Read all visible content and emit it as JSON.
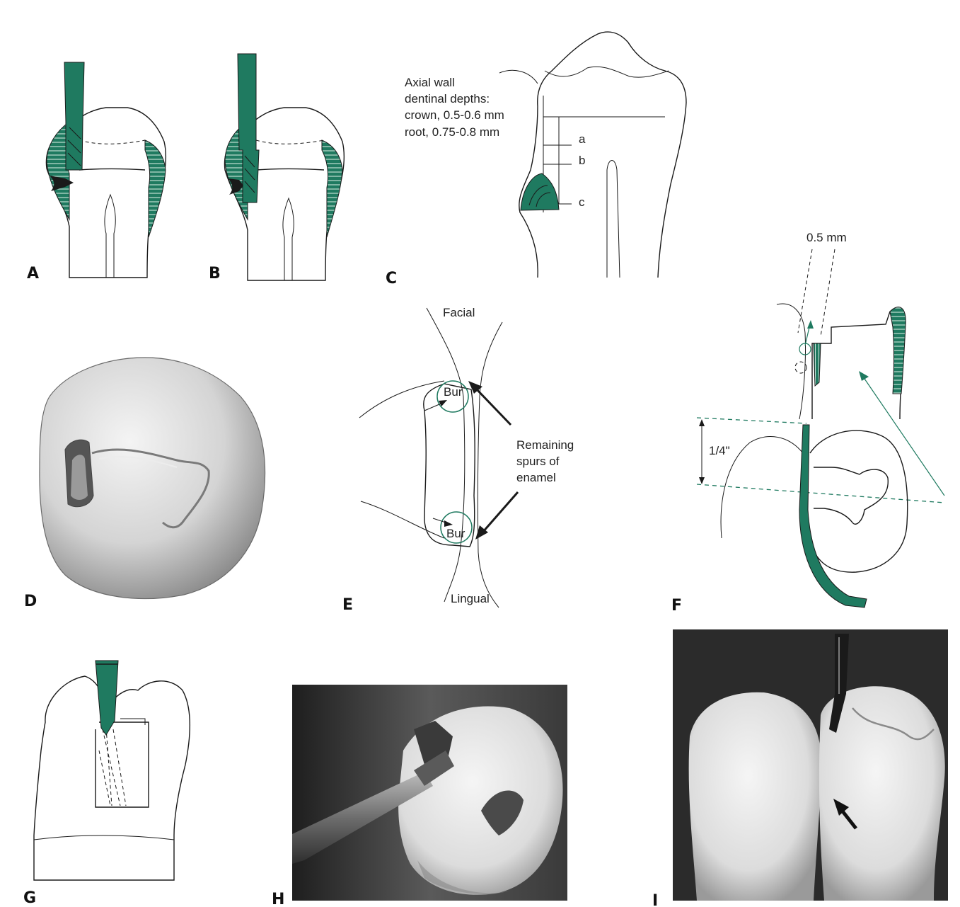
{
  "colors": {
    "accent": "#1f7a60",
    "ink": "#1a1a1a",
    "photo_bg": "#2a2a2a"
  },
  "panels": {
    "a": {
      "label": "A"
    },
    "b": {
      "label": "B"
    },
    "c": {
      "label": "C",
      "note_lines": [
        "Axial wall",
        "dentinal depths:",
        "crown, 0.5-0.6 mm",
        "root, 0.75-0.8 mm"
      ],
      "markers": [
        "a",
        "b",
        "c"
      ]
    },
    "d": {
      "label": "D"
    },
    "e": {
      "label": "E",
      "facial": "Facial",
      "lingual": "Lingual",
      "bur_top": "Bur",
      "bur_bottom": "Bur",
      "spurs_lines": [
        "Remaining",
        "spurs of",
        "enamel"
      ]
    },
    "f": {
      "label": "F",
      "measure": "0.5 mm",
      "quarter_inch": "1/4\""
    },
    "g": {
      "label": "G"
    },
    "h": {
      "label": "H"
    },
    "i": {
      "label": "I"
    }
  }
}
